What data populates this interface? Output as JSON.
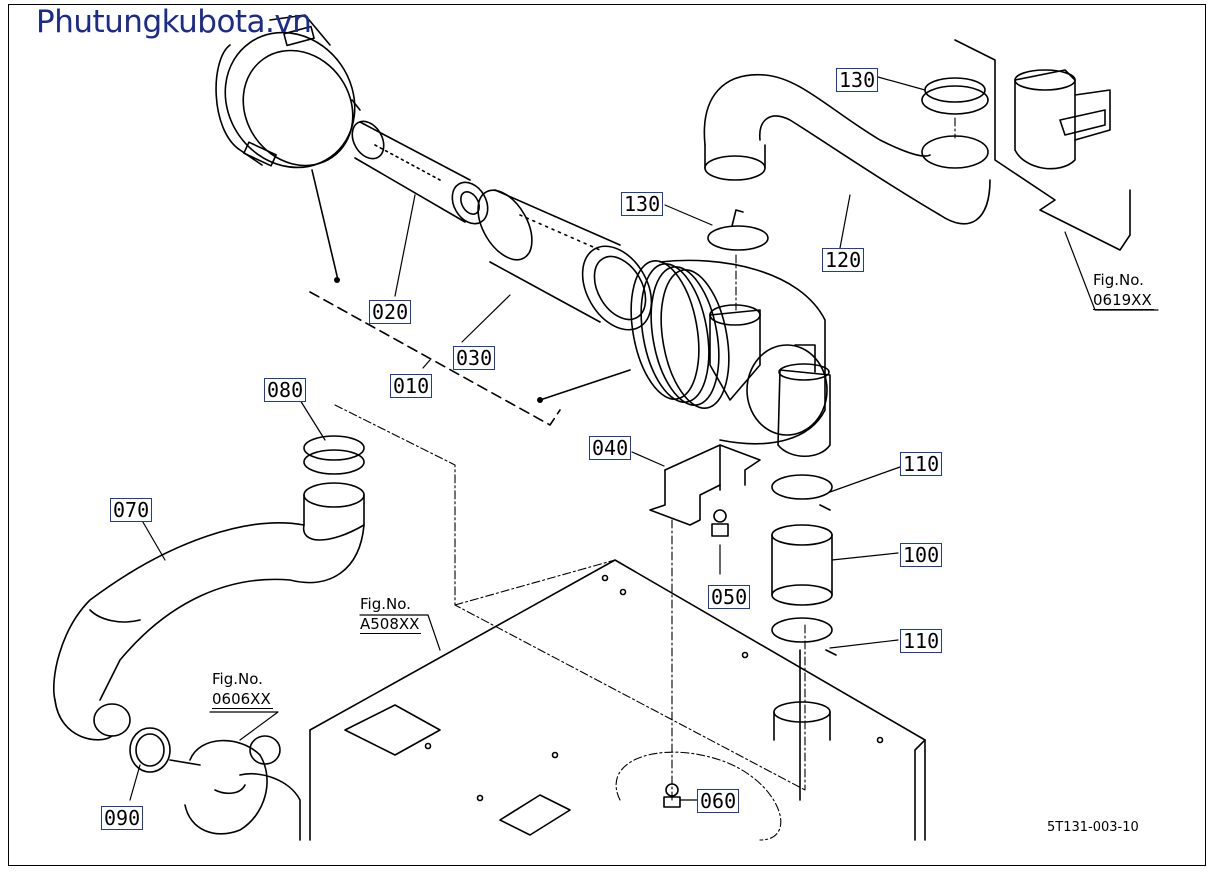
{
  "watermark": "Phutungkubota.vn",
  "drawing_code": "5T131-003-10",
  "callouts": {
    "c010": "010",
    "c020": "020",
    "c030": "030",
    "c040": "040",
    "c050": "050",
    "c060": "060",
    "c070": "070",
    "c080": "080",
    "c090": "090",
    "c100": "100",
    "c110a": "110",
    "c110b": "110",
    "c120": "120",
    "c130a": "130",
    "c130b": "130"
  },
  "refs": {
    "r0619": {
      "label": "Fig.No.",
      "num": "0619XX"
    },
    "rA508": {
      "label": "Fig.No.",
      "num": "A508XX"
    },
    "r0606": {
      "label": "Fig.No.",
      "num": "0606XX"
    }
  },
  "colors": {
    "callout_border": "#1f3aa8",
    "watermark": "#1a2a8f",
    "line": "#000000"
  }
}
